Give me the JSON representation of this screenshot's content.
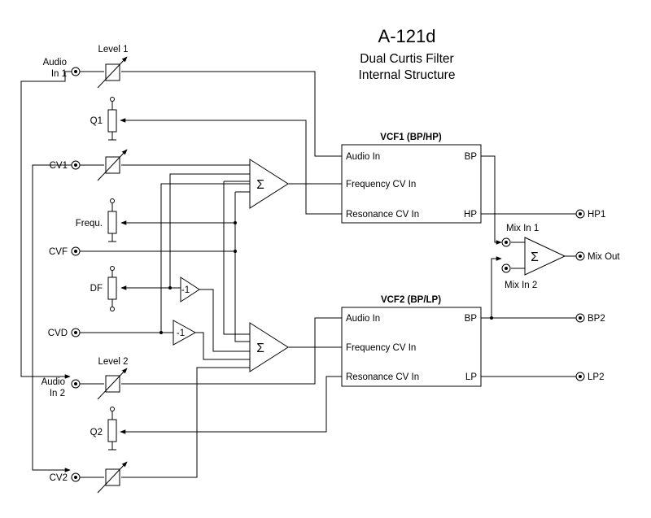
{
  "title": "A-121d",
  "subtitle_line1": "Dual Curtis Filter",
  "subtitle_line2": "Internal Structure",
  "jacks": {
    "audio_in_1_line1": "Audio",
    "audio_in_1_line2": "In 1",
    "cv1": "CV1",
    "cvf": "CVF",
    "cvd": "CVD",
    "audio_in_2_line1": "Audio",
    "audio_in_2_line2": "In 2",
    "cv2": "CV2",
    "hp1": "HP1",
    "mix_out": "Mix Out",
    "bp2": "BP2",
    "lp2": "LP2",
    "mix_in_1": "Mix In 1",
    "mix_in_2": "Mix In 2"
  },
  "pots": {
    "level1": "Level 1",
    "q1": "Q1",
    "frequ": "Frequ.",
    "df": "DF",
    "level2": "Level 2",
    "q2": "Q2"
  },
  "inverter_label": "-1",
  "sum_symbol": "Σ",
  "vcf1": {
    "title": "VCF1 (BP/HP)",
    "audio_in": "Audio In",
    "freq_cv_in": "Frequency CV In",
    "res_cv_in": "Resonance CV In",
    "out_top": "BP",
    "out_bottom": "HP"
  },
  "vcf2": {
    "title": "VCF2 (BP/LP)",
    "audio_in": "Audio In",
    "freq_cv_in": "Frequency CV In",
    "res_cv_in": "Resonance CV In",
    "out_top": "BP",
    "out_bottom": "LP"
  }
}
